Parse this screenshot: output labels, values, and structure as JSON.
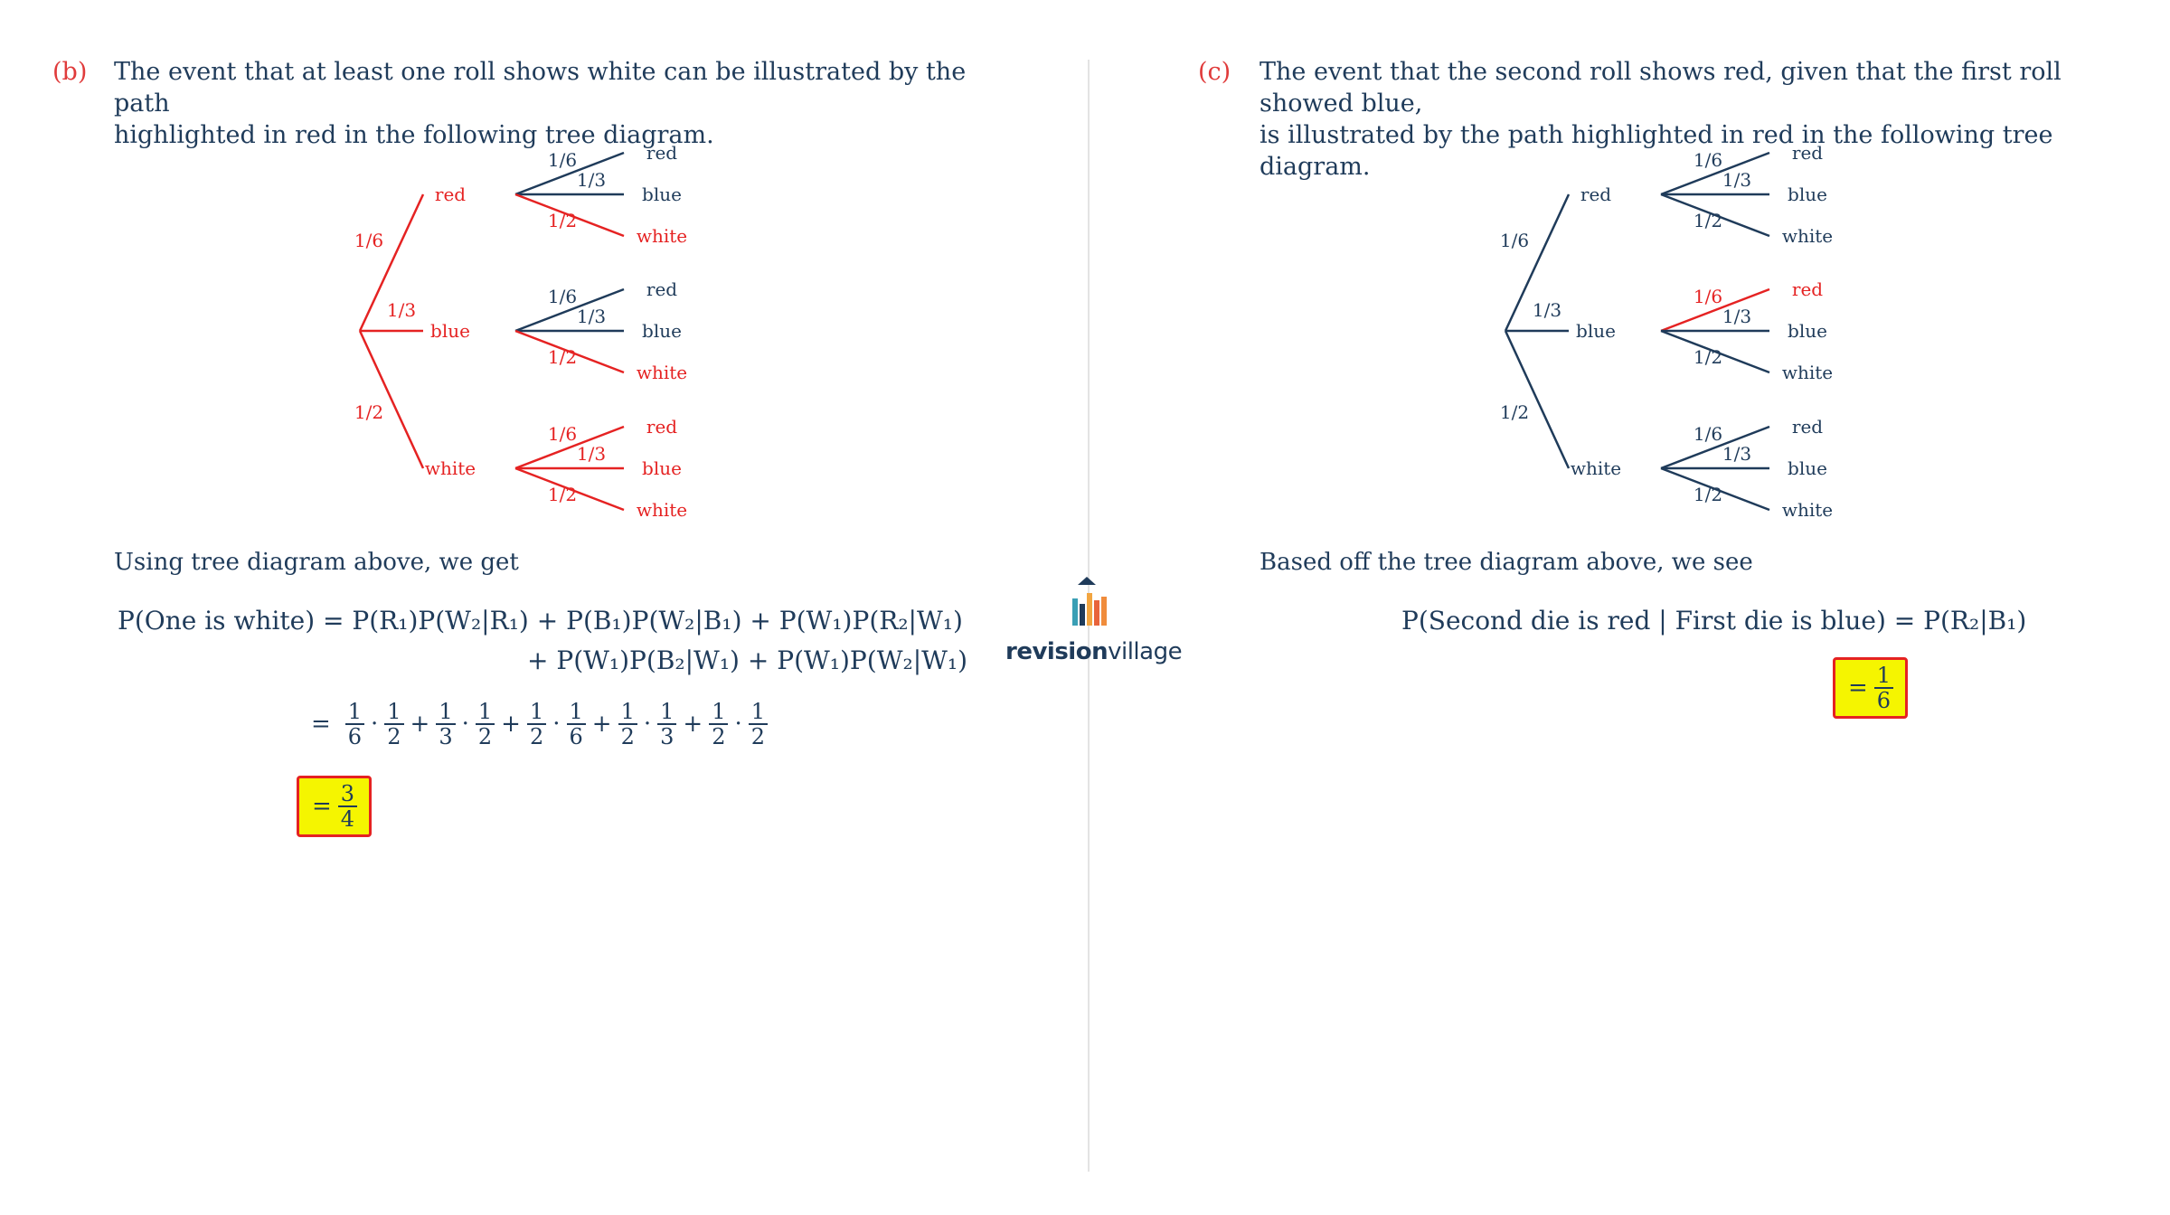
{
  "part_b": {
    "letter": "(b)",
    "intro_line1": "The event that at least one roll shows white can be illustrated by the path",
    "intro_line2": "highlighted in red in the following tree diagram.",
    "using_text": "Using tree diagram above, we get",
    "eq_line1_lhs": "P(One is white) = ",
    "eq_line1_rhs": "P(R₁)P(W₂|R₁) + P(B₁)P(W₂|B₁) + P(W₁)P(R₂|W₁)",
    "eq_line2": "+ P(W₁)P(B₂|W₁) + P(W₁)P(W₂|W₁)",
    "fractions": [
      {
        "num": "1",
        "den": "6"
      },
      {
        "num": "1",
        "den": "2"
      },
      {
        "num": "1",
        "den": "3"
      },
      {
        "num": "1",
        "den": "2"
      },
      {
        "num": "1",
        "den": "2"
      },
      {
        "num": "1",
        "den": "6"
      },
      {
        "num": "1",
        "den": "2"
      },
      {
        "num": "1",
        "den": "3"
      },
      {
        "num": "1",
        "den": "2"
      },
      {
        "num": "1",
        "den": "2"
      }
    ],
    "answer": {
      "eq": "=",
      "num": "3",
      "den": "4"
    }
  },
  "part_c": {
    "letter": "(c)",
    "intro_line1": "The event that the second roll shows red, given that the first roll showed blue,",
    "intro_line2": "is illustrated by the path highlighted in red in the following tree diagram.",
    "using_text": "Based off the tree diagram above, we see",
    "equation": "P(Second die is red | First die is blue) = P(R₂|B₁)",
    "answer": {
      "eq": "=",
      "num": "1",
      "den": "6"
    }
  },
  "tree": {
    "first_labels": [
      "red",
      "blue",
      "white"
    ],
    "first_probs": [
      "1/6",
      "1/3",
      "1/2"
    ],
    "second_labels": [
      "red",
      "blue",
      "white"
    ],
    "second_probs": [
      "1/6",
      "1/3",
      "1/2"
    ]
  },
  "colors": {
    "red": "#e52222",
    "navy": "#1f3b5a",
    "highlight": "#f5f500"
  },
  "logo": {
    "text_bold": "revision",
    "text_regular": "village",
    "icon": "revision-village-logo-icon"
  }
}
